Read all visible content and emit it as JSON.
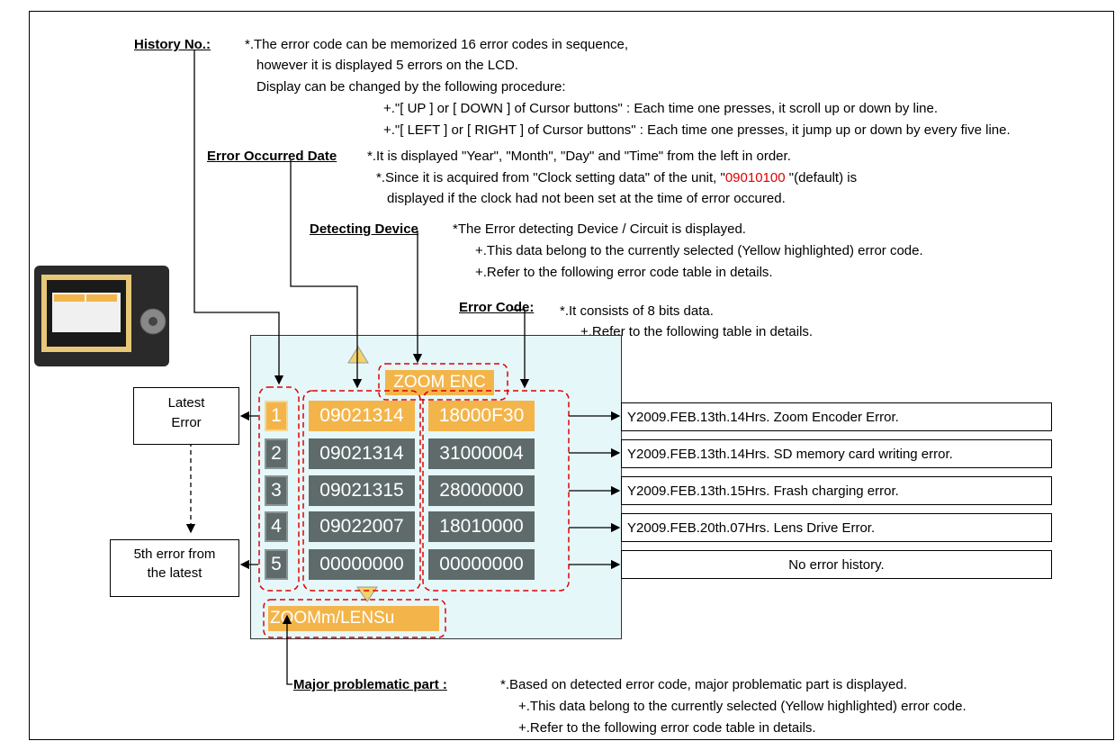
{
  "history": {
    "heading": "History No.:",
    "lines": [
      "*.The error code can be memorized 16 error codes in sequence,",
      "however it is displayed 5 errors on the LCD.",
      "Display can be changed by the following procedure:",
      "+.\"[ UP ] or [ DOWN ] of Cursor buttons\" : Each time one presses, it scroll up or down by line.",
      "+.\"[ LEFT ] or [ RIGHT ] of Cursor buttons\" : Each time one presses, it  jump up or down by every five line."
    ]
  },
  "date_info": {
    "heading": "Error Occurred Date",
    "line1": "*.It is displayed \"Year\", \"Month\", \"Day\" and \"Time\" from the left in order.",
    "line2_a": "*.Since it is acquired from \"Clock setting data\" of the unit, \"",
    "line2_red": "09010100",
    "line2_b": " \"(default) is",
    "line3": "displayed if the clock had not been set at the time of error occured."
  },
  "device_info": {
    "heading": "Detecting Device",
    "lines": [
      "*The Error detecting Device / Circuit is displayed.",
      "+.This data belong to the currently selected (Yellow highlighted) error code.",
      "+.Refer to the following error code table in details."
    ]
  },
  "code_info": {
    "heading": "Error Code:",
    "lines": [
      "*.It consists of 8 bits data.",
      "+.Refer to the following table in details."
    ]
  },
  "lcd": {
    "device": "ZOOM ENC",
    "part": "ZOOMm/LENSu",
    "rows": [
      {
        "no": "1",
        "date": "09021314",
        "code": "18000F30",
        "selected": true
      },
      {
        "no": "2",
        "date": "09021314",
        "code": "31000004",
        "selected": false
      },
      {
        "no": "3",
        "date": "09021315",
        "code": "28000000",
        "selected": false
      },
      {
        "no": "4",
        "date": "09022007",
        "code": "18010000",
        "selected": false
      },
      {
        "no": "5",
        "date": "00000000",
        "code": "00000000",
        "selected": false
      }
    ]
  },
  "descriptions": [
    "Y2009.FEB.13th.14Hrs.  Zoom Encoder Error.",
    "Y2009.FEB.13th.14Hrs.  SD memory card writing error.",
    "Y2009.FEB.13th.15Hrs.  Frash charging error.",
    "Y2009.FEB.20th.07Hrs.  Lens Drive Error.",
    "No error history."
  ],
  "left_labels": {
    "latest": "Latest Error",
    "fifth_1": "5th error from",
    "fifth_2": "the latest"
  },
  "part_info": {
    "heading": "Major problematic part :",
    "lines": [
      "*.Based on detected error code, major problematic part is displayed.",
      "+.This data belong to the currently selected (Yellow highlighted) error code.",
      "+.Refer to the following error code table in details."
    ]
  },
  "colors": {
    "highlight": "#f3b54a",
    "cell": "#5f6b6b",
    "lcd_bg": "#e6f7fa",
    "dash": "#e00000"
  }
}
